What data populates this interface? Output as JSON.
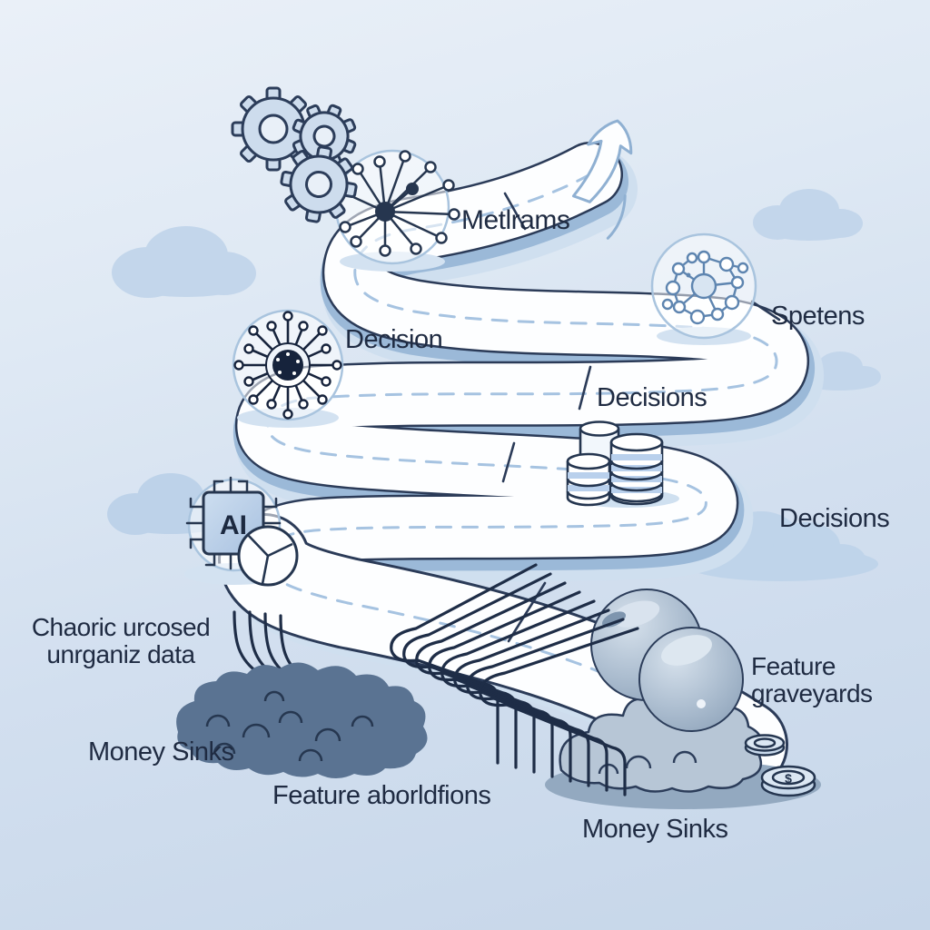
{
  "illustration": {
    "type": "ai-roadmap-winding-road",
    "colors": {
      "background_top": "#eaf0f8",
      "background_bottom": "#c6d6e9",
      "road_fill": "#ffffff",
      "road_outline": "#2b3b58",
      "road_dash": "#a6c3e1",
      "cloud": "#c3d6eb",
      "ink_navy": "#1e2d47",
      "sludge": "#5a7392",
      "boulder": "#a3b6ca",
      "text": "#1f2b42"
    }
  },
  "labels": {
    "stage_metrics": "Metlrams",
    "stage_systems": "Spetens",
    "stage_decision": "Decision",
    "stage_decisions_mid": "Decisions",
    "stage_decisions_right": "Decisions",
    "chaos_line1": "Chaoric urcosed",
    "chaos_line2": "unrganiz data",
    "money_sinks_left": "Money Sinks",
    "feature_abortions": "Feature aborldfions",
    "feature_graveyards_line1": "Feature",
    "feature_graveyards_line2": "graveyards",
    "money_sinks_right": "Money Sinks",
    "ai_chip": "AI",
    "coin_symbol": "$"
  },
  "icons": [
    "gears-icon",
    "neural-network-icon",
    "molecule-network-icon",
    "radial-network-icon",
    "ai-chip-icon",
    "pie-chart-icon",
    "database-icon",
    "up-arrow-icon",
    "coin-icon",
    "cloud",
    "boulder",
    "sludge-pile",
    "cables"
  ]
}
